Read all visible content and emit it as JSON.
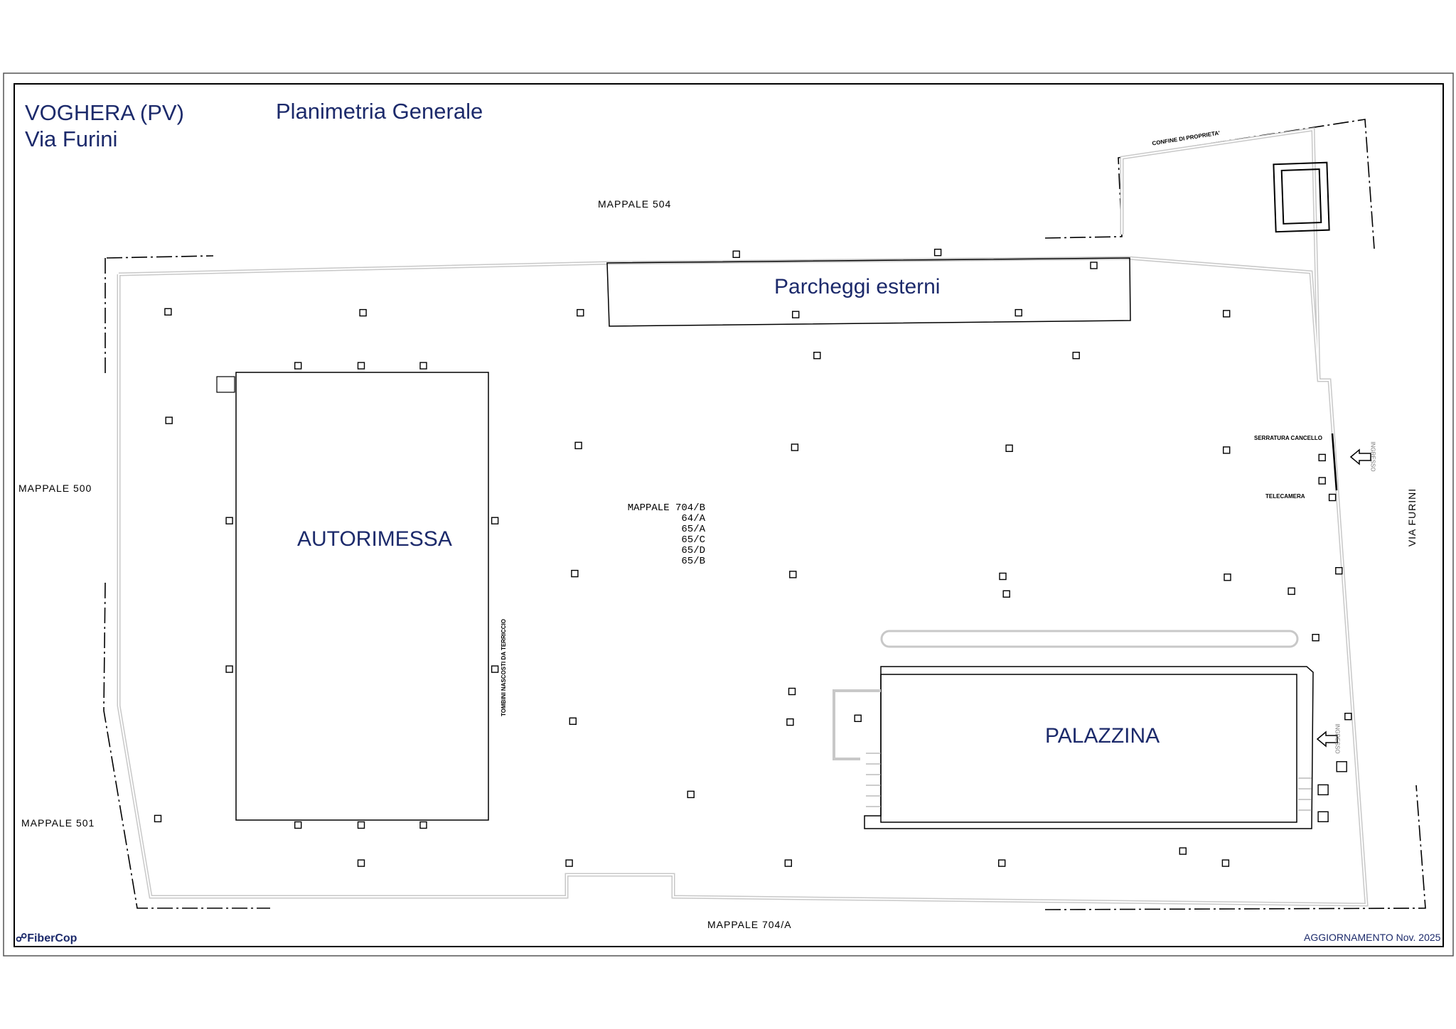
{
  "header": {
    "city": "VOGHERA (PV)",
    "street": "Via Furini",
    "title": "Planimetria Generale"
  },
  "areas": {
    "parking": "Parcheggi esterni",
    "garage": "AUTORIMESSA",
    "building": "PALAZZINA"
  },
  "parcels": {
    "north": "MAPPALE 504",
    "west": "MAPPALE 500",
    "southwest": "MAPPALE 501",
    "south": "MAPPALE 704/A",
    "east_road": "VIA FURINI",
    "center": [
      "MAPPALE 704/B",
      "64/A",
      "65/A",
      "65/C",
      "65/D",
      "65/B"
    ]
  },
  "annotations": {
    "boundary": "CONFINE DI PROPRIETA'",
    "gate_lock": "SERRATURA CANCELLO",
    "camera": "TELECAMERA",
    "entrance_1": "INGRESSO",
    "entrance_2": "INGRESSO",
    "manholes": "TOMBINI NASCOSTI DA TERRICCIO"
  },
  "footer": {
    "logo": "FiberCop",
    "update": "AGGIORNAMENTO Nov. 2025"
  },
  "colors": {
    "accent": "#1c2a6b",
    "lines": "#000000",
    "boundary_fill": "#c8c8c8"
  }
}
